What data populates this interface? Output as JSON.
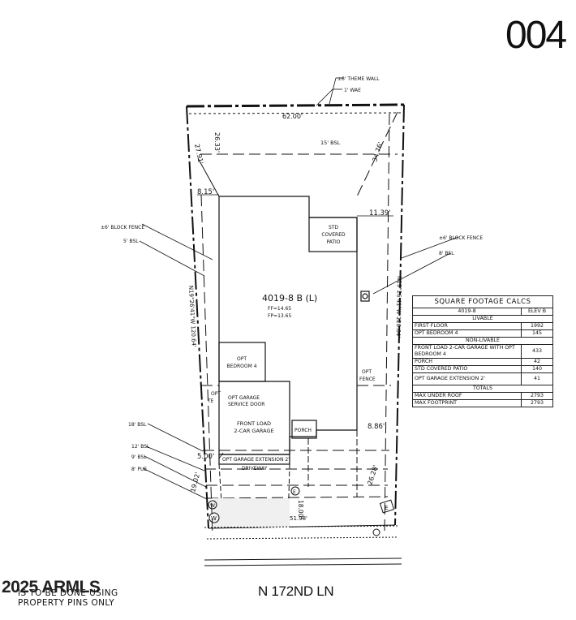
{
  "lot_number": "004",
  "street_name": "N 172ND LN",
  "copyright": "2025 ARMLS",
  "note_lines": [
    "IS TO BE DONE USING",
    "PROPERTY PINS ONLY"
  ],
  "plan_title": "4019-8 B (L)",
  "ff_elevation": "FF=14.65",
  "fp_elevation": "FP=13.65",
  "annotations": {
    "theme_wall": "±6' THEME WALL",
    "wae": "1' WAE",
    "rear_width": "62.00'",
    "rear_setback": "15' BSL",
    "left_fence": "±6' BLOCK FENCE",
    "left_bsl": "5' BSL",
    "right_fence": "±6' BLOCK FENCE",
    "right_bsl": "8' BSL",
    "front_bsl": "18' BSL",
    "bsl_12": "12' BSL",
    "bsl_9": "9' BSL",
    "pue": "8' PUE",
    "dim_27_91": "27.91'",
    "dim_26_33": "26.33'",
    "dim_34_76": "34.76'",
    "dim_8_15": "8.15'",
    "dim_11_39": "11.39'",
    "dim_5_00": "5.00'",
    "dim_8_86": "8.86'",
    "dim_19_02": "19.02'",
    "dim_26_28": "26.28'",
    "dim_18_00": "18.00'",
    "dim_51_98": "51.98'",
    "left_line": "N19°26'41\"W 120.64'",
    "right_line": "N19°26'41\"W 120.64'"
  },
  "rooms": {
    "patio": [
      "STD",
      "COVERED",
      "PATIO"
    ],
    "bedroom": [
      "OPT",
      "BEDROOM 4"
    ],
    "service_door": [
      "OPT GARAGE",
      "SERVICE DOOR"
    ],
    "garage": [
      "FRONT LOAD",
      "2-CAR GARAGE"
    ],
    "porch": "PORCH",
    "garage_ext": "OPT GARAGE EXTENSION 2'",
    "driveway": "DRIVEWAY",
    "fence_left": [
      "OPT",
      "TE"
    ],
    "fence_right": [
      "OPT",
      "FENCE"
    ]
  },
  "markers": {
    "w": "W",
    "e": "E",
    "e_side": "E"
  },
  "sqft_table": {
    "title": "SQUARE FOOTAGE CALCS",
    "plan": "4019-8",
    "elev": "ELEV B",
    "livable_heading": "LIVABLE",
    "livable": [
      {
        "label": "FIRST FLOOR",
        "value": "1992"
      },
      {
        "label": "OPT BEDROOM 4",
        "value": "145"
      }
    ],
    "nonlivable_heading": "NON-LIVABLE",
    "nonlivable": [
      {
        "label": "FRONT LOAD 2-CAR GARAGE WITH OPT BEDROOM 4",
        "value": "433"
      },
      {
        "label": "PORCH",
        "value": "42"
      },
      {
        "label": "STD COVERED PATIO",
        "value": "140"
      },
      {
        "label": "OPT GARAGE EXTENSION 2'",
        "value": "41"
      }
    ],
    "totals_heading": "TOTALS",
    "totals": [
      {
        "label": "MAX UNDER ROOF",
        "value": "2793"
      },
      {
        "label": "MAX FOOTPRINT",
        "value": "2793"
      }
    ]
  }
}
